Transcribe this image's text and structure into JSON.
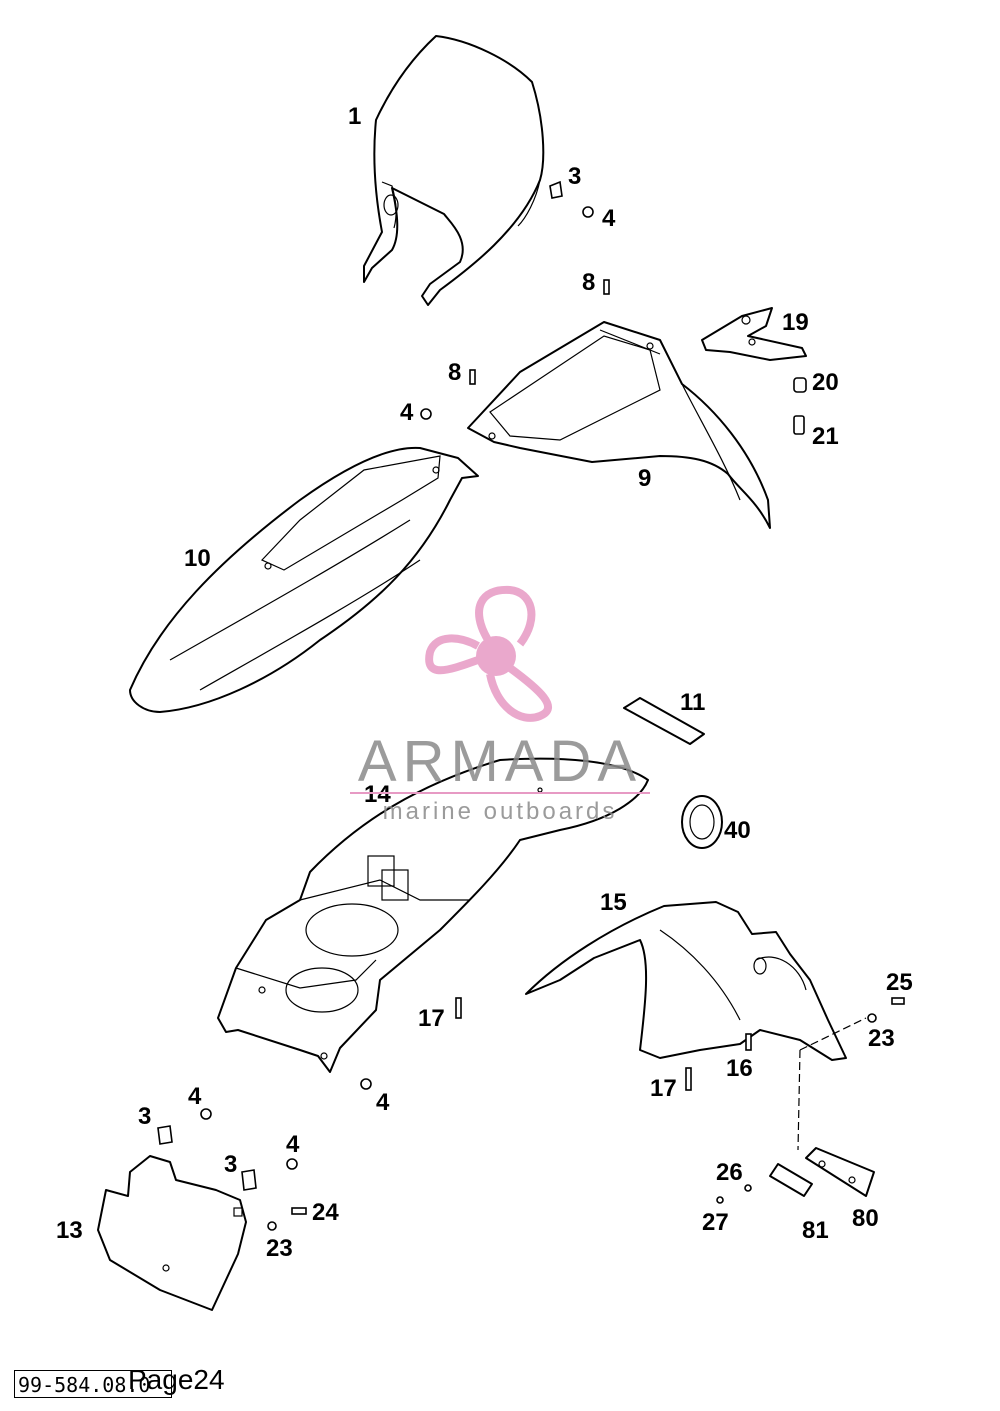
{
  "labels": {
    "l1": "1",
    "l3a": "3",
    "l4a": "4",
    "l8a": "8",
    "l19": "19",
    "l8b": "8",
    "l20": "20",
    "l4b": "4",
    "l21": "21",
    "l9": "9",
    "l10": "10",
    "l11": "11",
    "l14": "14",
    "l40": "40",
    "l15": "15",
    "l25": "25",
    "l17a": "17",
    "l23a": "23",
    "l16": "16",
    "l17b": "17",
    "l4c": "4",
    "l4d": "4",
    "l3b": "3",
    "l4e": "4",
    "l3c": "3",
    "l26": "26",
    "l24": "24",
    "l13": "13",
    "l23b": "23",
    "l27": "27",
    "l81": "81",
    "l80": "80"
  },
  "watermark": {
    "title": "ARMADA",
    "subtitle": "marine outboards",
    "colors": {
      "pink": "#e79ac4",
      "gray": "#8a8a8a"
    }
  },
  "footer": {
    "reference": "99-584.08.0",
    "page": "Page24"
  }
}
